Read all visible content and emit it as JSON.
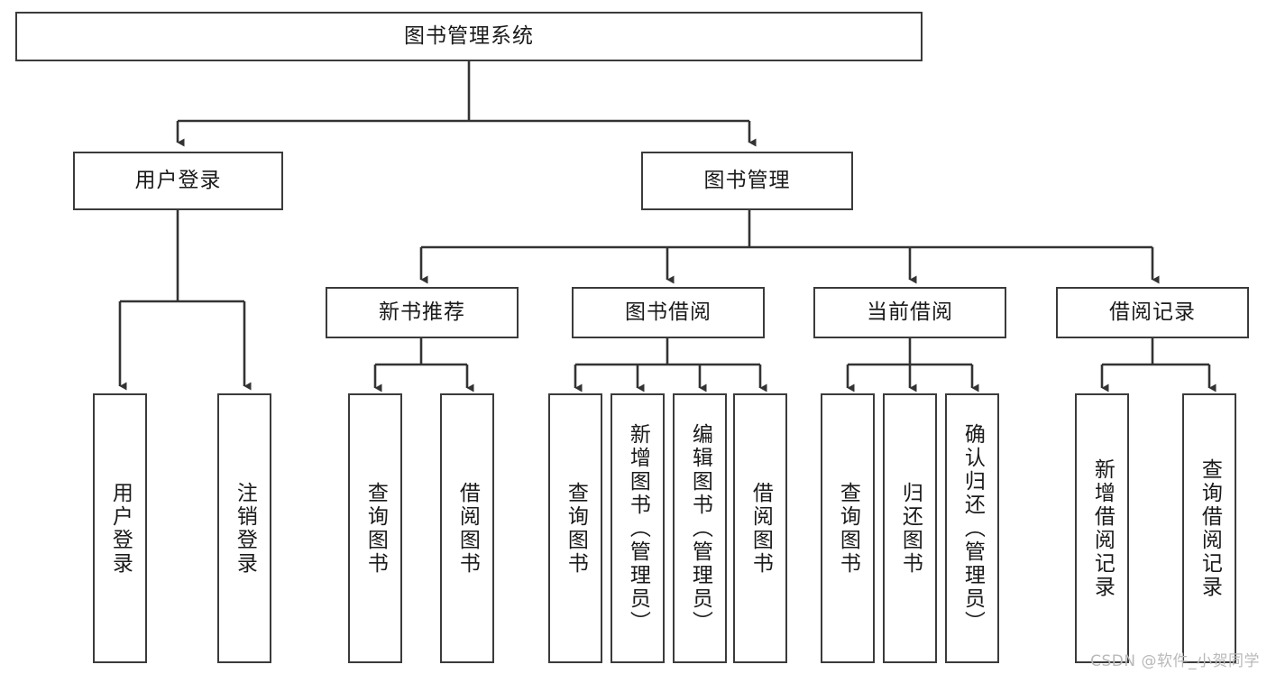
{
  "diagram": {
    "title": "图书管理系统",
    "type": "hierarchy-tree",
    "orientation": "top-down",
    "colors": {
      "box_border": "#3b3b3b",
      "box_fill": "#ffffff",
      "connector": "#333333",
      "text": "#1a1a1a",
      "watermark": "#b9b9b9",
      "background": "#ffffff"
    },
    "nodes": {
      "root": {
        "label": "图书管理系统",
        "level": 1
      },
      "level2": [
        {
          "id": "user-login",
          "label": "用户登录"
        },
        {
          "id": "book-management",
          "label": "图书管理"
        }
      ],
      "level3": [
        {
          "id": "new-book-recommend",
          "label": "新书推荐",
          "parent": "book-management"
        },
        {
          "id": "book-borrow",
          "label": "图书借阅",
          "parent": "book-management"
        },
        {
          "id": "current-borrow",
          "label": "当前借阅",
          "parent": "book-management"
        },
        {
          "id": "borrow-record",
          "label": "借阅记录",
          "parent": "book-management"
        }
      ],
      "leaves": [
        {
          "id": "leaf-user-login",
          "label": "用户登录",
          "parent": "user-login"
        },
        {
          "id": "leaf-logout",
          "label": "注销登录",
          "parent": "user-login"
        },
        {
          "id": "leaf-query-book-1",
          "label": "查询图书",
          "parent": "new-book-recommend"
        },
        {
          "id": "leaf-borrow-book-1",
          "label": "借阅图书",
          "parent": "new-book-recommend"
        },
        {
          "id": "leaf-query-book-2",
          "label": "查询图书",
          "parent": "book-borrow"
        },
        {
          "id": "leaf-add-book",
          "label": "新增图书（管理员）",
          "parent": "book-borrow"
        },
        {
          "id": "leaf-edit-book",
          "label": "编辑图书（管理员）",
          "parent": "book-borrow"
        },
        {
          "id": "leaf-borrow-book-2",
          "label": "借阅图书",
          "parent": "book-borrow"
        },
        {
          "id": "leaf-query-book-3",
          "label": "查询图书",
          "parent": "current-borrow"
        },
        {
          "id": "leaf-return-book",
          "label": "归还图书",
          "parent": "current-borrow"
        },
        {
          "id": "leaf-confirm-return",
          "label": "确认归还（管理员）",
          "parent": "current-borrow"
        },
        {
          "id": "leaf-add-record",
          "label": "新增借阅记录",
          "parent": "borrow-record"
        },
        {
          "id": "leaf-query-record",
          "label": "查询借阅记录",
          "parent": "borrow-record"
        }
      ]
    }
  },
  "watermark": {
    "text": "CSDN @软件_小贺同学"
  }
}
